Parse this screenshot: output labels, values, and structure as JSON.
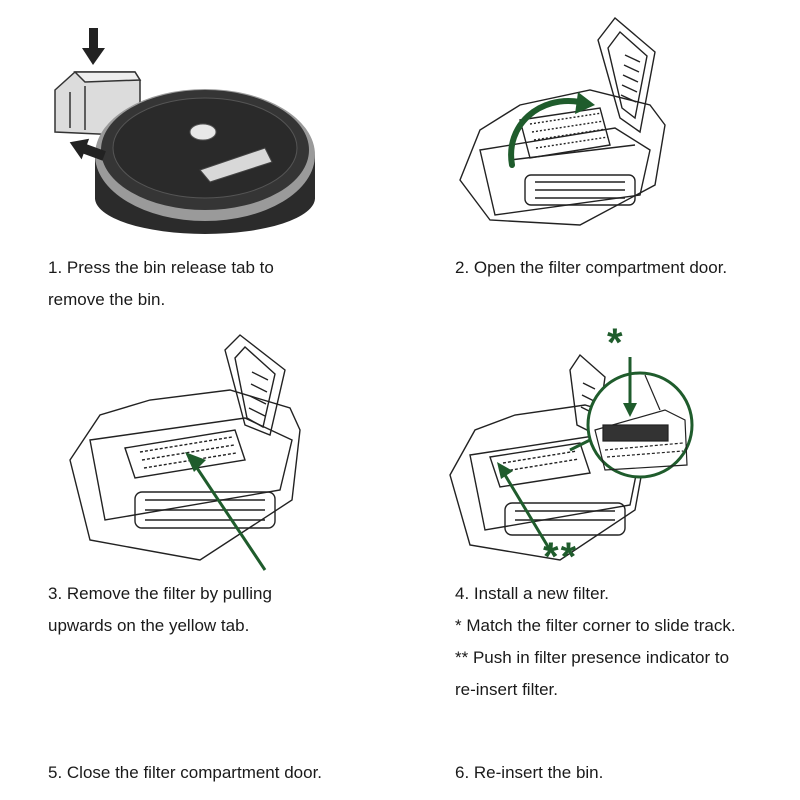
{
  "accent_color": "#1f5c2c",
  "steps": [
    {
      "lines": [
        "1. Press the bin release tab to",
        "remove the bin."
      ]
    },
    {
      "lines": [
        "2. Open the filter compartment door."
      ]
    },
    {
      "lines": [
        "3. Remove the filter by pulling",
        "upwards on the yellow tab."
      ]
    },
    {
      "lines": [
        "4. Install a new filter.",
        "* Match the filter corner to slide track.",
        "** Push in filter presence indicator to",
        "re-insert filter."
      ]
    },
    {
      "lines": [
        "5. Close the filter compartment door."
      ]
    },
    {
      "lines": [
        "6. Re-insert the bin."
      ]
    }
  ],
  "markers": {
    "single": "*",
    "double": "**"
  }
}
